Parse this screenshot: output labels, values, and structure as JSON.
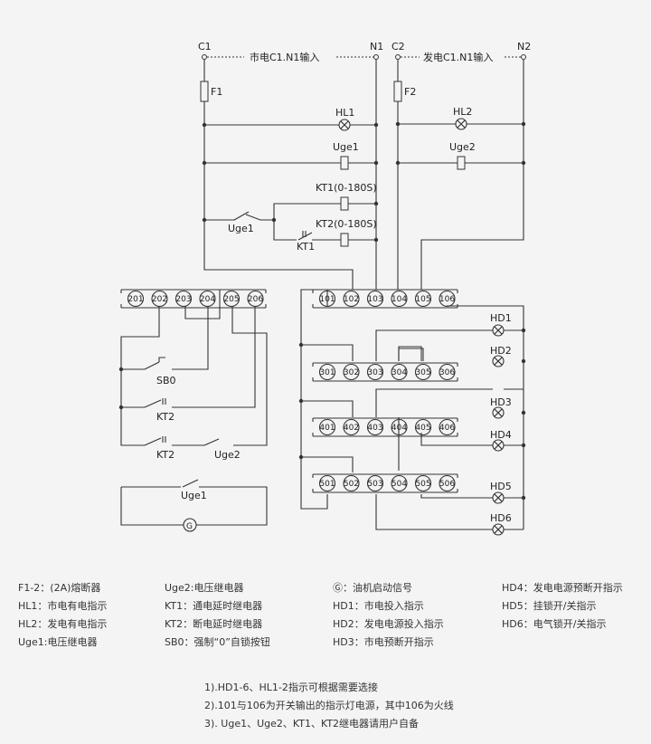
{
  "top_labels": {
    "c1": "C1",
    "n1": "N1",
    "c2": "C2",
    "n2": "N2",
    "mains_input": "市电C1.N1输入",
    "gen_input": "发电C1.N1输入"
  },
  "components": {
    "f1": "F1",
    "f2": "F2",
    "hl1": "HL1",
    "hl2": "HL2",
    "uge1_coil": "Uge1",
    "uge2_coil": "Uge2",
    "kt1_coil": "KT1(0-180S)",
    "kt2_coil": "KT2(0-180S)",
    "uge1_contact": "Uge1",
    "kt1_contact": "KT1",
    "sb0": "SB0",
    "kt2_a": "KT2",
    "kt2_b": "KT2",
    "uge2_contact": "Uge2",
    "uge1_gen": "Uge1",
    "gen_symbol": "G",
    "hd1": "HD1",
    "hd2": "HD2",
    "hd3": "HD3",
    "hd4": "HD4",
    "hd5": "HD5",
    "hd6": "HD6"
  },
  "terminals": {
    "block_200": [
      "201",
      "202",
      "203",
      "204",
      "205",
      "206"
    ],
    "block_100": [
      "101",
      "102",
      "103",
      "104",
      "105",
      "106"
    ],
    "block_300": [
      "301",
      "302",
      "303",
      "304",
      "305",
      "306"
    ],
    "block_400": [
      "401",
      "402",
      "403",
      "404",
      "405",
      "406"
    ],
    "block_500": [
      "501",
      "502",
      "503",
      "504",
      "505",
      "506"
    ]
  },
  "legend": [
    {
      "text": "F1-2：(2A)熔断器"
    },
    {
      "text": "HL1：市电有电指示"
    },
    {
      "text": "HL2：发电有电指示"
    },
    {
      "text": "Uge1:电压继电器"
    },
    {
      "text": "Uge2:电压继电器"
    },
    {
      "text": "KT1：通电延时继电器"
    },
    {
      "text": "KT2：断电延时继电器"
    },
    {
      "text": "SB0：强制“0”自锁按钮"
    },
    {
      "text": "Ⓖ：油机启动信号"
    },
    {
      "text": "HD1：市电投入指示"
    },
    {
      "text": "HD2：发电电源投入指示"
    },
    {
      "text": "HD3：市电预断开指示"
    },
    {
      "text": "HD4：发电电源预断开指示"
    },
    {
      "text": "HD5：挂锁开/关指示"
    },
    {
      "text": "HD6：电气锁开/关指示"
    }
  ],
  "notes": [
    "1).HD1-6、HL1-2指示可根据需要选接",
    "2).101与106为开关输出的指示灯电源，其中106为火线",
    "3). Uge1、Uge2、KT1、KT2继电器请用户自备"
  ]
}
